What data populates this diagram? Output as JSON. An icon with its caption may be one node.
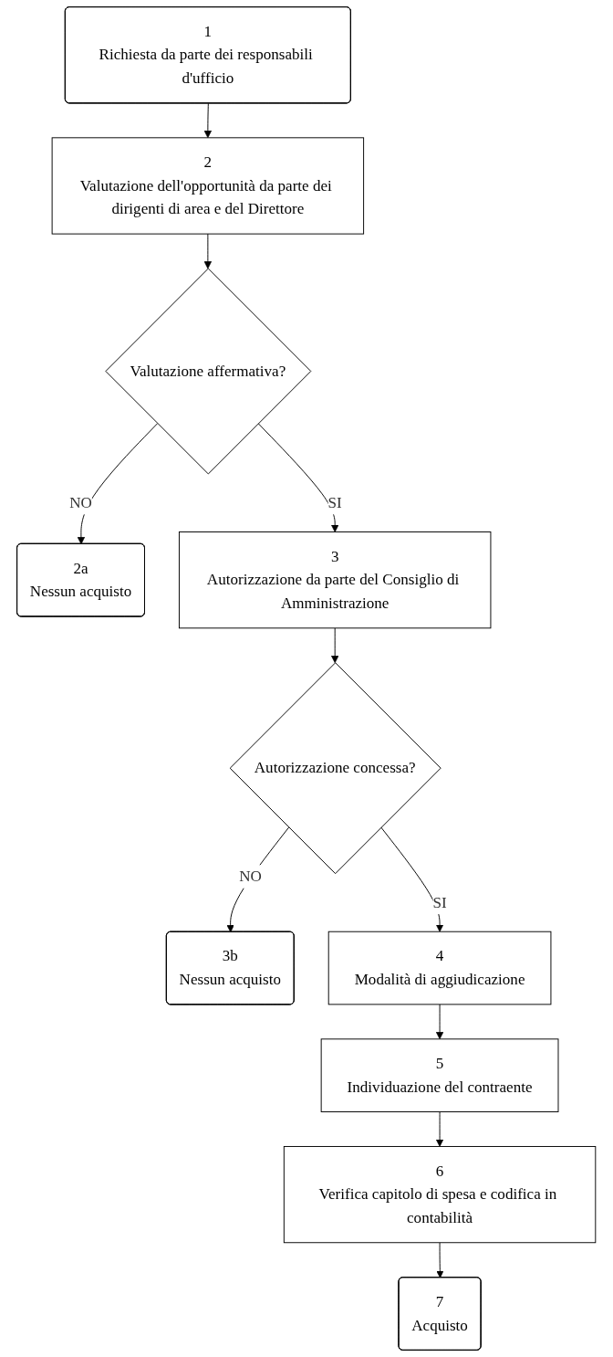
{
  "diagram": {
    "nodes": [
      {
        "text": [
          "1",
          "Richiesta da parte dei responsabili d'ufficio"
        ]
      },
      {
        "text": [
          "2",
          "Valutazione dell'opportunità da parte dei dirigenti di area e del Direttore"
        ]
      },
      {
        "text": [
          "Valutazione affermativa?"
        ]
      },
      {
        "text": [
          "2a",
          "Nessun acquisto"
        ]
      },
      {
        "text": [
          "3",
          "Autorizzazione da parte del Consiglio di Amministrazione"
        ]
      },
      {
        "text": [
          "Autorizzazione concessa?"
        ]
      },
      {
        "text": [
          "3b",
          "Nessun acquisto"
        ]
      },
      {
        "text": [
          "4",
          "Modalità di aggiudicazione"
        ]
      },
      {
        "text": [
          "5",
          "Individuazione del contraente"
        ]
      },
      {
        "text": [
          "6",
          "Verifica capitolo di spesa e codifica in contabilità"
        ]
      },
      {
        "text": [
          "7",
          "Acquisto"
        ]
      }
    ],
    "edges": [
      {
        "from": 0,
        "to": 1,
        "arrow": "to"
      },
      {
        "from": 1,
        "to": 2,
        "arrow": "to"
      },
      {
        "from": 2,
        "to": 3,
        "arrow": "to",
        "label": "NO"
      },
      {
        "from": 2,
        "to": 4,
        "arrow": "to",
        "label": "SI"
      },
      {
        "from": 4,
        "to": 5,
        "arrow": "to"
      },
      {
        "from": 5,
        "to": 6,
        "arrow": "to",
        "label": "NO"
      },
      {
        "from": 5,
        "to": 7,
        "arrow": "to",
        "label": "SI"
      },
      {
        "from": 7,
        "to": 8,
        "arrow": "to"
      },
      {
        "from": 8,
        "to": 9,
        "arrow": "to"
      },
      {
        "from": 9,
        "to": 10,
        "arrow": "to"
      }
    ]
  }
}
